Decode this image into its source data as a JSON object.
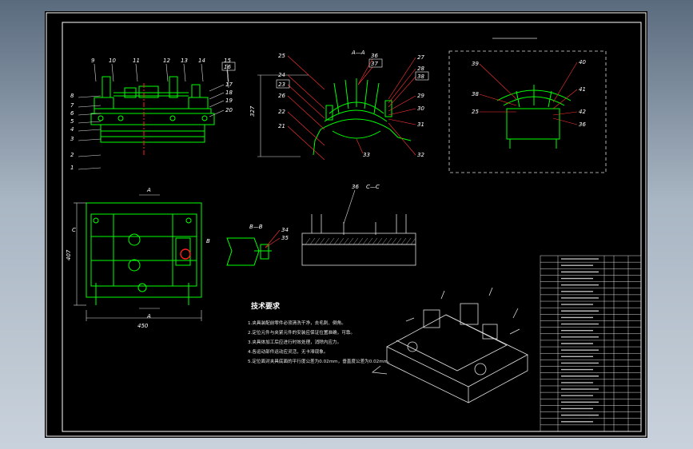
{
  "colors": {
    "background": "#000000",
    "frame": "#ffffff",
    "part": "#00ff00",
    "leader": "#ff3333",
    "centerline": "#ff2020",
    "text": "#ffffff"
  },
  "front_view": {
    "labels_left": [
      "8",
      "7",
      "6",
      "5",
      "4",
      "3",
      "2",
      "1"
    ],
    "labels_top": [
      "9",
      "10",
      "11",
      "12",
      "13",
      "14",
      "15",
      "16"
    ],
    "labels_right": [
      "17",
      "18",
      "19",
      "20"
    ]
  },
  "section_aa": {
    "title": "A—A",
    "dimension": "327",
    "labels_left": [
      "25",
      "24",
      "23",
      "26",
      "22",
      "21"
    ],
    "labels_top": [
      "36",
      "37"
    ],
    "labels_right": [
      "27",
      "28",
      "38",
      "29",
      "30",
      "31",
      "32"
    ],
    "label_bottom": "33",
    "boxed_labels": [
      "37",
      "38",
      "23",
      "37"
    ]
  },
  "detail_view": {
    "labels": [
      "39",
      "40",
      "38",
      "41",
      "25",
      "42",
      "36"
    ]
  },
  "top_view": {
    "arrow_top": "A",
    "arrow_bottom": "A",
    "arrow_left": "C",
    "arrow_right": "B",
    "dimension_height": "407",
    "dimension_width": "450"
  },
  "section_bb": {
    "title": "B—B",
    "labels": [
      "34",
      "35"
    ]
  },
  "section_cc": {
    "title": "C—C",
    "label": "36"
  },
  "technical_requirements": {
    "title": "技术要求",
    "items": [
      "1.夹具装配前零件必须清洗干净，去毛刺、倒角。",
      "2.定位元件与夹紧元件的安装应保证位置准确，可靠。",
      "3.夹具体加工后应进行时效处理，消除内应力。",
      "4.各运动部件运动应灵活，无卡滞现象。",
      "5.定位面对夹具底面的平行度公差为0.02mm，垂直度公差为0.02mm。"
    ]
  },
  "title_block": {
    "rows": 27
  }
}
